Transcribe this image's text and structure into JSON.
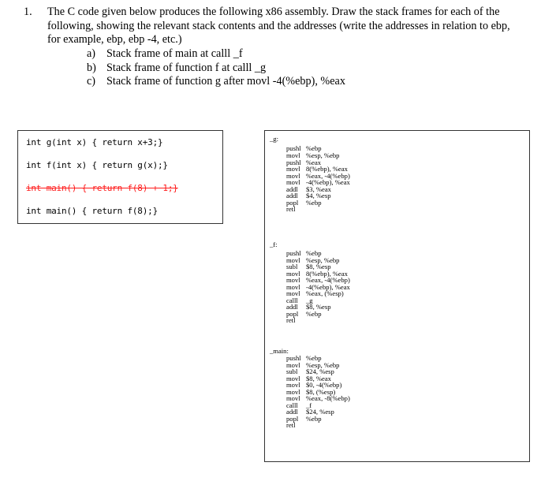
{
  "question": {
    "number": "1.",
    "text": "The C code given below produces the following x86 assembly. Draw the stack frames for each of the following, showing the relevant stack contents and the addresses (write the addresses in relation to ebp, for example, ebp, ebp -4, etc.)",
    "sub_items": [
      {
        "label": "a)",
        "text": "Stack frame of main at calll _f"
      },
      {
        "label": "b)",
        "text": "Stack frame of function f at calll _g"
      },
      {
        "label": "c)",
        "text": "Stack frame of function g after movl -4(%ebp), %eax"
      }
    ]
  },
  "c_code": {
    "lines": [
      {
        "text": "int g(int x) { return x+3;}",
        "struck": false
      },
      {
        "text": "int f(int x) { return g(x);}",
        "struck": false
      },
      {
        "text": "int main() { return f(8) + 1;}",
        "struck": true
      },
      {
        "text": "int main() { return f(8);}",
        "struck": false
      }
    ],
    "strike_color": "#ff1a1a"
  },
  "assembly": {
    "functions": [
      {
        "label": "_g:",
        "instructions": [
          {
            "op": "pushl",
            "args": "%ebp"
          },
          {
            "op": "movl",
            "args": "%esp, %ebp"
          },
          {
            "op": "pushl",
            "args": "%eax"
          },
          {
            "op": "movl",
            "args": "8(%ebp), %eax"
          },
          {
            "op": "movl",
            "args": "%eax, -4(%ebp)"
          },
          {
            "op": "movl",
            "args": "-4(%ebp), %eax"
          },
          {
            "op": "addl",
            "args": "$3, %eax"
          },
          {
            "op": "addl",
            "args": "$4, %esp"
          },
          {
            "op": "popl",
            "args": "%ebp"
          },
          {
            "op": "retl",
            "args": ""
          }
        ]
      },
      {
        "label": "_f:",
        "instructions": [
          {
            "op": "pushl",
            "args": "%ebp"
          },
          {
            "op": "movl",
            "args": "%esp, %ebp"
          },
          {
            "op": "subl",
            "args": "$8, %esp"
          },
          {
            "op": "movl",
            "args": "8(%ebp), %eax"
          },
          {
            "op": "movl",
            "args": "%eax, -4(%ebp)"
          },
          {
            "op": "movl",
            "args": "-4(%ebp), %eax"
          },
          {
            "op": "movl",
            "args": "%eax, (%esp)"
          },
          {
            "op": "calll",
            "args": "_g"
          },
          {
            "op": "addl",
            "args": "$8, %esp"
          },
          {
            "op": "popl",
            "args": "%ebp"
          },
          {
            "op": "retl",
            "args": ""
          }
        ]
      },
      {
        "label": "_main:",
        "instructions": [
          {
            "op": "pushl",
            "args": "%ebp"
          },
          {
            "op": "movl",
            "args": "%esp, %ebp"
          },
          {
            "op": "subl",
            "args": "$24, %esp"
          },
          {
            "op": "movl",
            "args": "$8, %eax"
          },
          {
            "op": "movl",
            "args": "$0, -4(%ebp)"
          },
          {
            "op": "movl",
            "args": "$8, (%esp)"
          },
          {
            "op": "movl",
            "args": "%eax, -8(%ebp)"
          },
          {
            "op": "calll",
            "args": "_f"
          },
          {
            "op": "addl",
            "args": "$24, %esp"
          },
          {
            "op": "popl",
            "args": "%ebp"
          },
          {
            "op": "retl",
            "args": ""
          }
        ]
      }
    ]
  }
}
